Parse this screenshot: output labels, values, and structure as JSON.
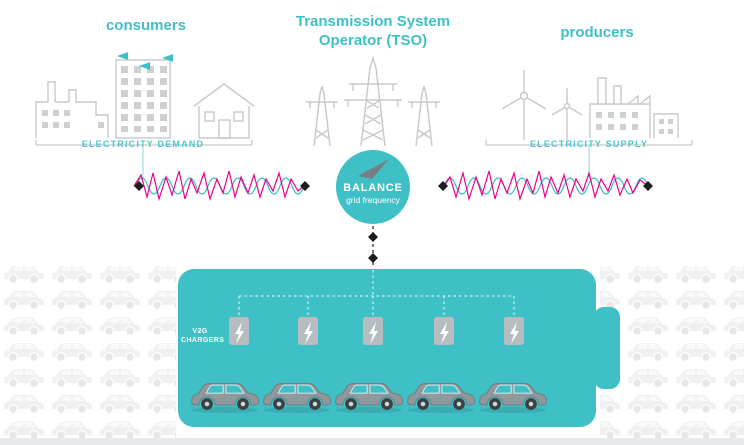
{
  "header": {
    "consumers_label": "consumers",
    "tso_label_line1": "Transmission System",
    "tso_label_line2": "Operator (TSO)",
    "producers_label": "producers"
  },
  "brackets": {
    "demand_label": "ELECTRICITY DEMAND",
    "supply_label": "ELECTRICITY SUPPLY"
  },
  "balance_circle": {
    "title": "BALANCE",
    "subtitle": "grid frequency"
  },
  "battery": {
    "chargers_label_line1": "V2G",
    "chargers_label_line2": "CHARGERS",
    "charger_count": 5,
    "car_count": 5
  },
  "colors": {
    "teal": "#3fc0c6",
    "magenta": "#ec008c",
    "line_gray": "#c6c9ca",
    "car_gray": "#8f999d",
    "charger_gray": "#b6bdc0",
    "black": "#1d1d1b",
    "white": "#ffffff",
    "faint_car_gray": "#e2e4e5"
  },
  "icons": {
    "gauge_needle": "gauge-needle-icon",
    "lightning_bolt": "lightning-bolt-icon",
    "flag": "flag-icon",
    "arrow_diamond": "diamond-arrow-icon",
    "wind_turbine": "wind-turbine-icon",
    "transmission_tower": "transmission-tower-icon"
  }
}
